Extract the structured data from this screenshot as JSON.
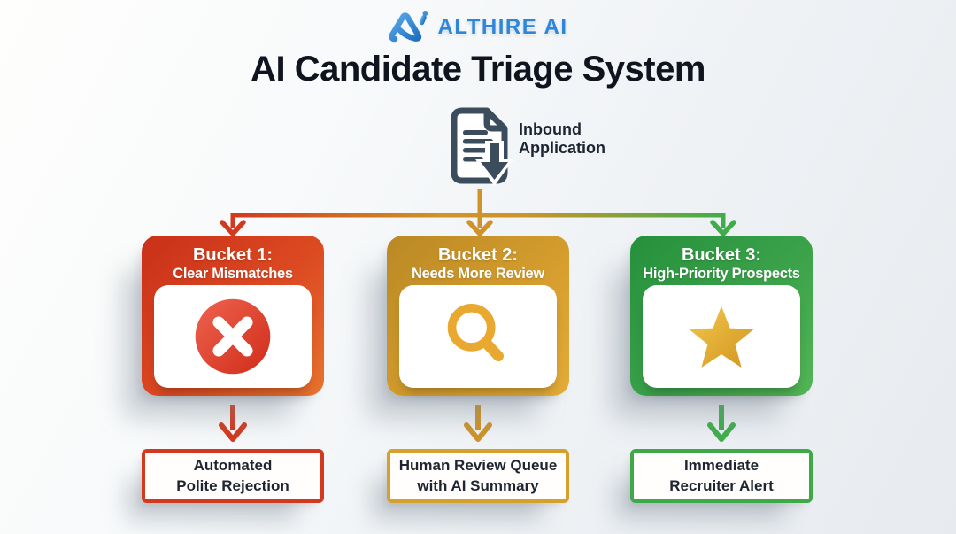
{
  "brand": {
    "name": "ALTHIRE AI",
    "logo_icon": "althire-logo-icon",
    "color": "#2e86d8"
  },
  "title": "AI Candidate Triage System",
  "source_node": {
    "icon": "document-download-icon",
    "label_line1": "Inbound",
    "label_line2": "Application"
  },
  "palette": {
    "red": "#d2391e",
    "amber": "#d6a02c",
    "green": "#3fa94a",
    "slate": "#3b4c5c",
    "brand_blue": "#2e86d8"
  },
  "buckets": [
    {
      "heading": "Bucket 1:",
      "subheading": "Clear Mismatches",
      "icon": "x-circle-icon",
      "color": "#d2391e",
      "outcome_line1": "Automated",
      "outcome_line2": "Polite Rejection"
    },
    {
      "heading": "Bucket 2:",
      "subheading": "Needs More Review",
      "icon": "magnifier-icon",
      "color": "#d6a02c",
      "outcome_line1": "Human Review Queue",
      "outcome_line2": "with AI Summary"
    },
    {
      "heading": "Bucket 3:",
      "subheading": "High-Priority Prospects",
      "icon": "star-icon",
      "color": "#3fa94a",
      "outcome_line1": "Immediate",
      "outcome_line2": "Recruiter Alert"
    }
  ]
}
